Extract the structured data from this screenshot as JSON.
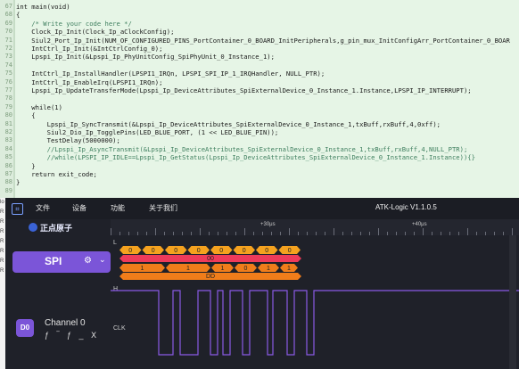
{
  "code": {
    "lines": [
      {
        "num": "67",
        "text": "int main(void)",
        "style": "kw"
      },
      {
        "num": "68",
        "text": "{",
        "style": ""
      },
      {
        "num": "69",
        "text": "    /* Write your code here */",
        "style": "cm"
      },
      {
        "num": "70",
        "text": "    Clock_Ip_Init(Clock_Ip_aClockConfig);",
        "style": ""
      },
      {
        "num": "71",
        "text": "    Siul2_Port_Ip_Init(NUM_OF_CONFIGURED_PINS_PortContainer_0_BOARD_InitPeripherals,g_pin_mux_InitConfigArr_PortContainer_0_BOAR",
        "style": ""
      },
      {
        "num": "72",
        "text": "    IntCtrl_Ip_Init(&IntCtrlConfig_0);",
        "style": ""
      },
      {
        "num": "73",
        "text": "    Lpspi_Ip_Init(&Lpspi_Ip_PhyUnitConfig_SpiPhyUnit_0_Instance_1);",
        "style": ""
      },
      {
        "num": "74",
        "text": "",
        "style": ""
      },
      {
        "num": "75",
        "text": "    IntCtrl_Ip_InstallHandler(LPSPI1_IRQn, LPSPI_SPI_IP_1_IRQHandler, NULL_PTR);",
        "style": ""
      },
      {
        "num": "76",
        "text": "    IntCtrl_Ip_EnableIrq(LPSPI1_IRQn);",
        "style": ""
      },
      {
        "num": "77",
        "text": "    Lpspi_Ip_UpdateTransferMode(Lpspi_Ip_DeviceAttributes_SpiExternalDevice_0_Instance_1.Instance,LPSPI_IP_INTERRUPT);",
        "style": ""
      },
      {
        "num": "78",
        "text": "",
        "style": ""
      },
      {
        "num": "79",
        "text": "    while(1)",
        "style": "kw"
      },
      {
        "num": "80",
        "text": "    {",
        "style": ""
      },
      {
        "num": "81",
        "text": "        Lpspi_Ip_SyncTransmit(&Lpspi_Ip_DeviceAttributes_SpiExternalDevice_0_Instance_1,txBuff,rxBuff,4,0xff);",
        "style": ""
      },
      {
        "num": "82",
        "text": "        Siul2_Dio_Ip_TogglePins(LED_BLUE_PORT, (1 << LED_BLUE_PIN));",
        "style": ""
      },
      {
        "num": "83",
        "text": "        TestDelay(5000000);",
        "style": ""
      },
      {
        "num": "84",
        "text": "        //Lpspi_Ip_AsyncTransmit(&Lpspi_Ip_DeviceAttributes_SpiExternalDevice_0_Instance_1,txBuff,rxBuff,4,NULL_PTR);",
        "style": "cm"
      },
      {
        "num": "85",
        "text": "        //while(LPSPI_IP_IDLE==Lpspi_Ip_GetStatus(Lpspi_Ip_DeviceAttributes_SpiExternalDevice_0_Instance_1.Instance)){}",
        "style": "cm"
      },
      {
        "num": "86",
        "text": "    }",
        "style": ""
      },
      {
        "num": "87",
        "text": "    return exit_code;",
        "style": "kw"
      },
      {
        "num": "88",
        "text": "}",
        "style": ""
      },
      {
        "num": "89",
        "text": "",
        "style": ""
      }
    ]
  },
  "left_panel": {
    "items": [
      "lo",
      "R",
      "R",
      "R",
      "R",
      "R",
      "R",
      "R"
    ]
  },
  "app": {
    "menu": [
      "文件",
      "设备",
      "功能",
      "关于我们"
    ],
    "title": "ATK-Logic  V1.1.0.5",
    "brand": "正点原子",
    "ruler": {
      "labels": [
        "+30μs",
        "+40μs"
      ]
    },
    "spi": {
      "label": "SPI",
      "gear": "⚙",
      "chevron": "⌄"
    },
    "channel": {
      "badge": "D0",
      "name": "Channel 0",
      "icons": "ƒ ‾ ƒ _ Ⅹ"
    },
    "wave": {
      "row_labels": {
        "L": "L",
        "H": "H",
        "CLK": "CLK"
      },
      "mosi_bits": [
        "0",
        "0",
        "0",
        "0",
        "0",
        "0",
        "0",
        "0"
      ],
      "mosi_byte": "00",
      "miso_bits": [
        "1",
        "1",
        "1",
        "0",
        "1",
        "1"
      ],
      "miso_byte": "DD"
    },
    "colors": {
      "accent": "#7b55d8",
      "bit_orange": "#f5a21f",
      "byte_red": "#ee3a5a",
      "miso_orange": "#f07d1a",
      "clk_purple": "#8a5ae6"
    }
  }
}
